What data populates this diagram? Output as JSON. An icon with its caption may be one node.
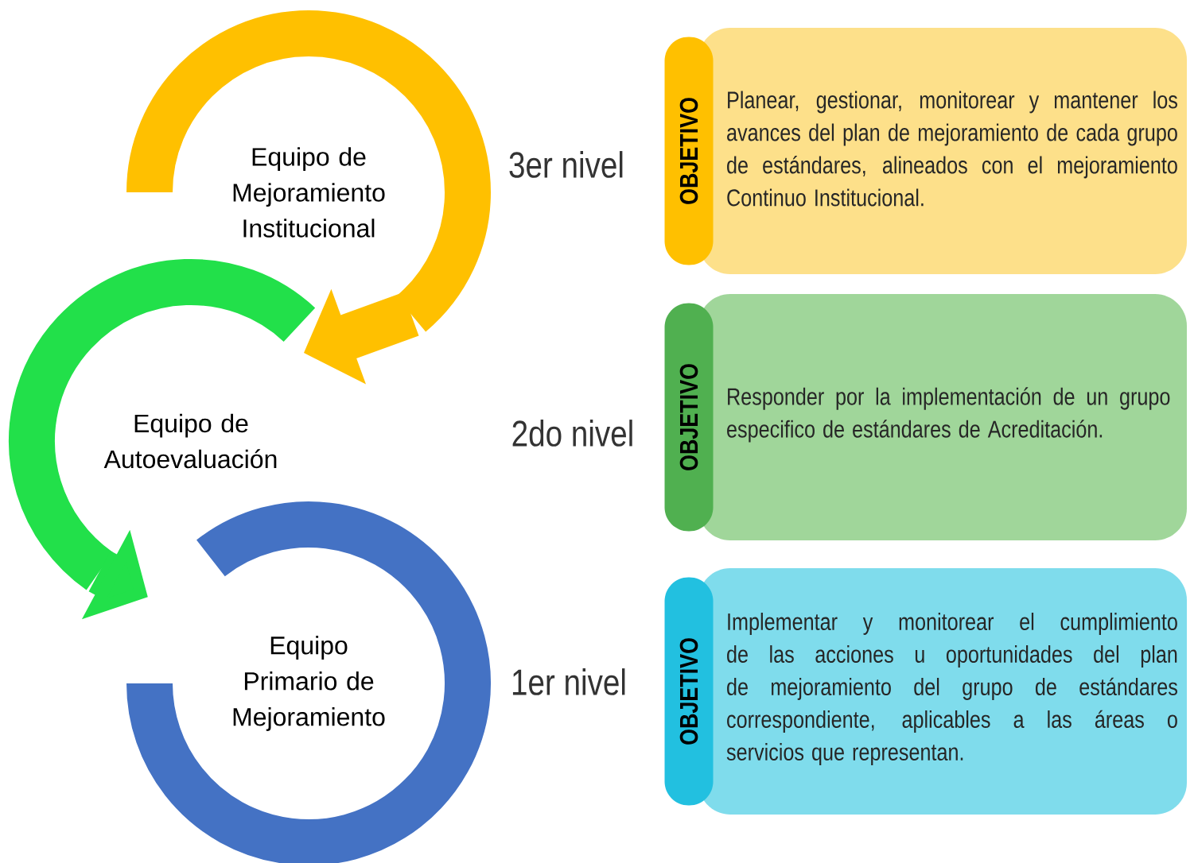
{
  "diagram": {
    "nodes": [
      {
        "text": [
          "Equipo de Mejoramiento Institucional"
        ]
      },
      {
        "text": [
          "Equipo de Autoevaluación"
        ]
      },
      {
        "text": [
          "Equipo Primario de Mejoramiento"
        ]
      },
      {
        "text": [
          "OBJETIVO",
          "Planear, gestionar, monitorear y mantener los avances del plan de mejoramiento de cada grupo de estándares, alineados con el mejoramiento Continuo Institucional."
        ]
      },
      {
        "text": [
          "OBJETIVO",
          "Responder por la implementación de un grupo especifico de estándares de Acreditación."
        ]
      },
      {
        "text": [
          "OBJETIVO",
          "Implementar y monitorear el cumplimiento de las acciones u oportunidades del plan de mejoramiento del grupo de estándares correspondiente, aplicables a las áreas o servicios que representan."
        ]
      }
    ],
    "edges": [
      {
        "from": 0,
        "to": 1,
        "arrow": "to",
        "color": "#ffc000"
      },
      {
        "from": 1,
        "to": 2,
        "arrow": "to",
        "color": "#22e04a"
      }
    ],
    "labels": [
      "3er nivel",
      "2do nivel",
      "1er nivel"
    ]
  }
}
